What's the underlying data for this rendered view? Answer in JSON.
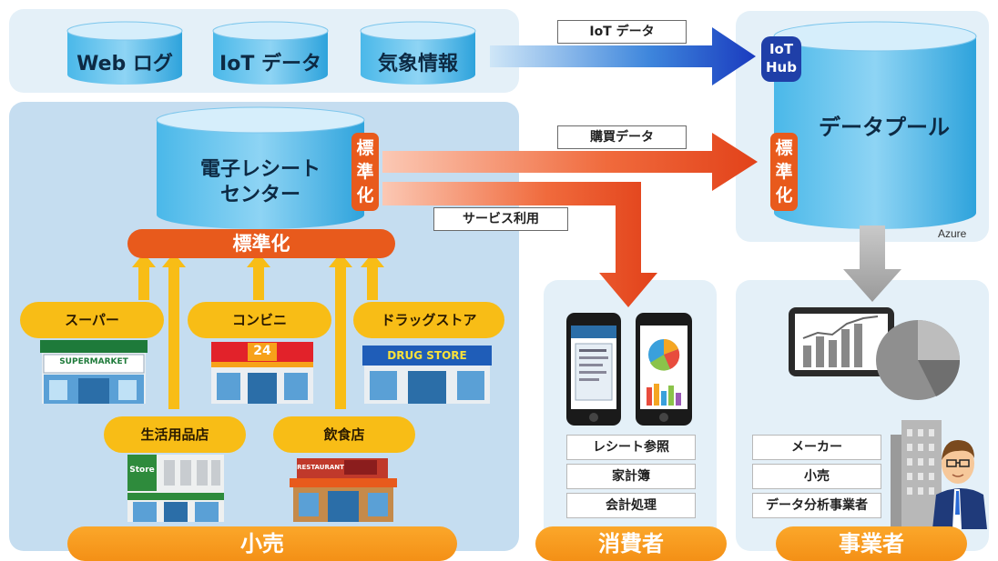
{
  "sources": [
    {
      "label": "Web ログ"
    },
    {
      "label": "IoT データ"
    },
    {
      "label": "気象情報"
    }
  ],
  "arrows": {
    "iot_label": "IoT データ",
    "purchase_label": "購買データ",
    "service_label": "サービス利用"
  },
  "receipt_center": {
    "line1": "電子レシート",
    "line2": "センター"
  },
  "standardize": {
    "bar_label": "標準化",
    "tag_chars": [
      "標",
      "準",
      "化"
    ]
  },
  "data_pool": {
    "label": "データプール",
    "iot_hub_line1": "IoT",
    "iot_hub_line2": "Hub",
    "cloud_label": "Azure"
  },
  "stores": {
    "top": [
      {
        "label": "スーパー",
        "sign": "SUPERMARKET"
      },
      {
        "label": "コンビニ",
        "sign": "24"
      },
      {
        "label": "ドラッグストア",
        "sign": "DRUG STORE"
      }
    ],
    "bottom": [
      {
        "label": "生活用品店",
        "sign": "Store"
      },
      {
        "label": "飲食店",
        "sign": "RESTAURANT"
      }
    ]
  },
  "consumer_services": [
    "レシート参照",
    "家計簿",
    "会計処理"
  ],
  "business_types": [
    "メーカー",
    "小売",
    "データ分析事業者"
  ],
  "groups": {
    "retail": "小売",
    "consumer": "消費者",
    "business": "事業者"
  },
  "colors": {
    "panel_light": "#e4f0f8",
    "panel_retail": "#c5ddf0",
    "standardize_orange": "#e85a1c",
    "pill_yellow": "#f8bd16",
    "group_orange": "#f59a1e",
    "iot_hub_blue": "#1f3fa8"
  }
}
